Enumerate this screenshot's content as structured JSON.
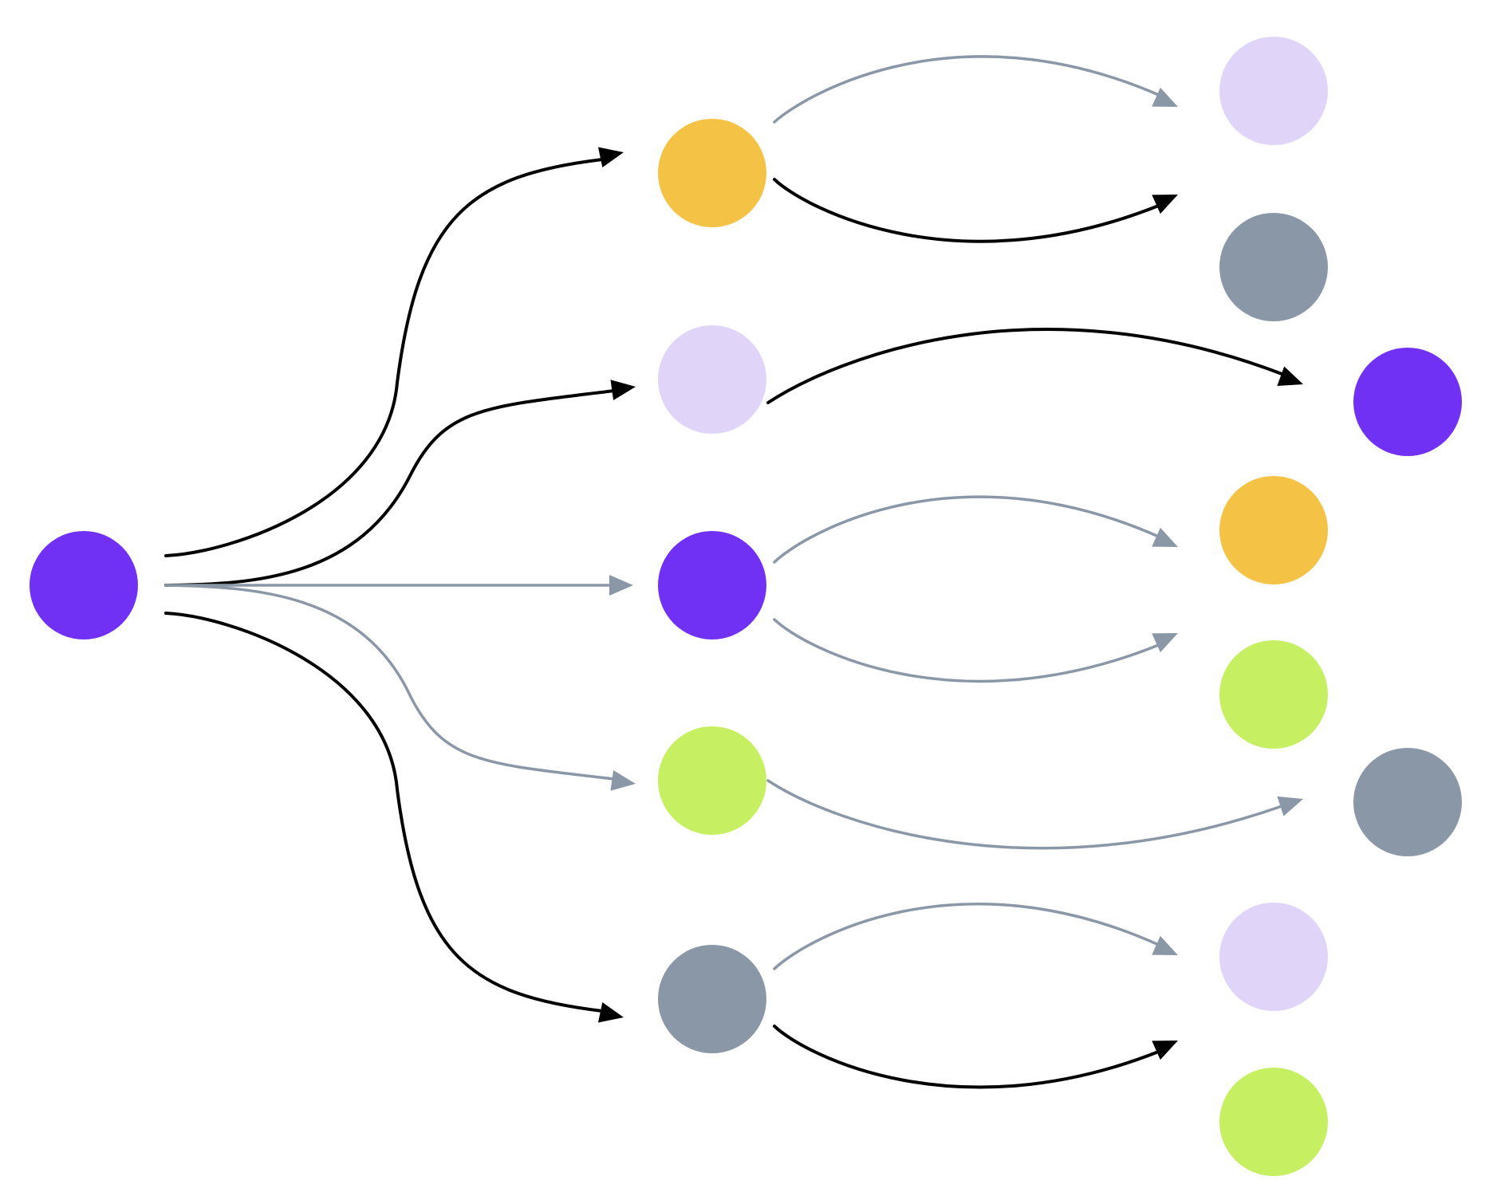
{
  "colors": {
    "purple": "#7131F4",
    "yellow": "#F4C244",
    "lavender": "#E0D5F8",
    "slate": "#8A97A6",
    "lime": "#C6EF62",
    "black": "#000000",
    "gray_edge": "#8A97A6"
  },
  "nodes": [
    {
      "id": "root",
      "color": "purple"
    },
    {
      "id": "level1-yellow",
      "color": "yellow"
    },
    {
      "id": "level1-lavender",
      "color": "lavender"
    },
    {
      "id": "level1-purple",
      "color": "purple"
    },
    {
      "id": "level1-lime",
      "color": "lime"
    },
    {
      "id": "level1-slate",
      "color": "slate"
    },
    {
      "id": "leaf-lavender-1",
      "color": "lavender"
    },
    {
      "id": "leaf-slate-1",
      "color": "slate"
    },
    {
      "id": "leaf-purple",
      "color": "purple"
    },
    {
      "id": "leaf-yellow",
      "color": "yellow"
    },
    {
      "id": "leaf-lime-1",
      "color": "lime"
    },
    {
      "id": "leaf-slate-2",
      "color": "slate"
    },
    {
      "id": "leaf-lavender-2",
      "color": "lavender"
    },
    {
      "id": "leaf-lime-2",
      "color": "lime"
    }
  ],
  "edges": [
    {
      "from": "root",
      "to": "level1-yellow",
      "style": "black"
    },
    {
      "from": "root",
      "to": "level1-lavender",
      "style": "black"
    },
    {
      "from": "root",
      "to": "level1-purple",
      "style": "gray_edge"
    },
    {
      "from": "root",
      "to": "level1-lime",
      "style": "gray_edge"
    },
    {
      "from": "root",
      "to": "level1-slate",
      "style": "black"
    },
    {
      "from": "level1-yellow",
      "to": "leaf-lavender-1",
      "style": "gray_edge"
    },
    {
      "from": "level1-yellow",
      "to": "leaf-slate-1",
      "style": "black"
    },
    {
      "from": "level1-lavender",
      "to": "leaf-purple",
      "style": "black"
    },
    {
      "from": "level1-purple",
      "to": "leaf-yellow",
      "style": "gray_edge"
    },
    {
      "from": "level1-purple",
      "to": "leaf-lime-1",
      "style": "gray_edge"
    },
    {
      "from": "level1-lime",
      "to": "leaf-slate-2",
      "style": "gray_edge"
    },
    {
      "from": "level1-slate",
      "to": "leaf-lavender-2",
      "style": "gray_edge"
    },
    {
      "from": "level1-slate",
      "to": "leaf-lime-2",
      "style": "black"
    }
  ]
}
